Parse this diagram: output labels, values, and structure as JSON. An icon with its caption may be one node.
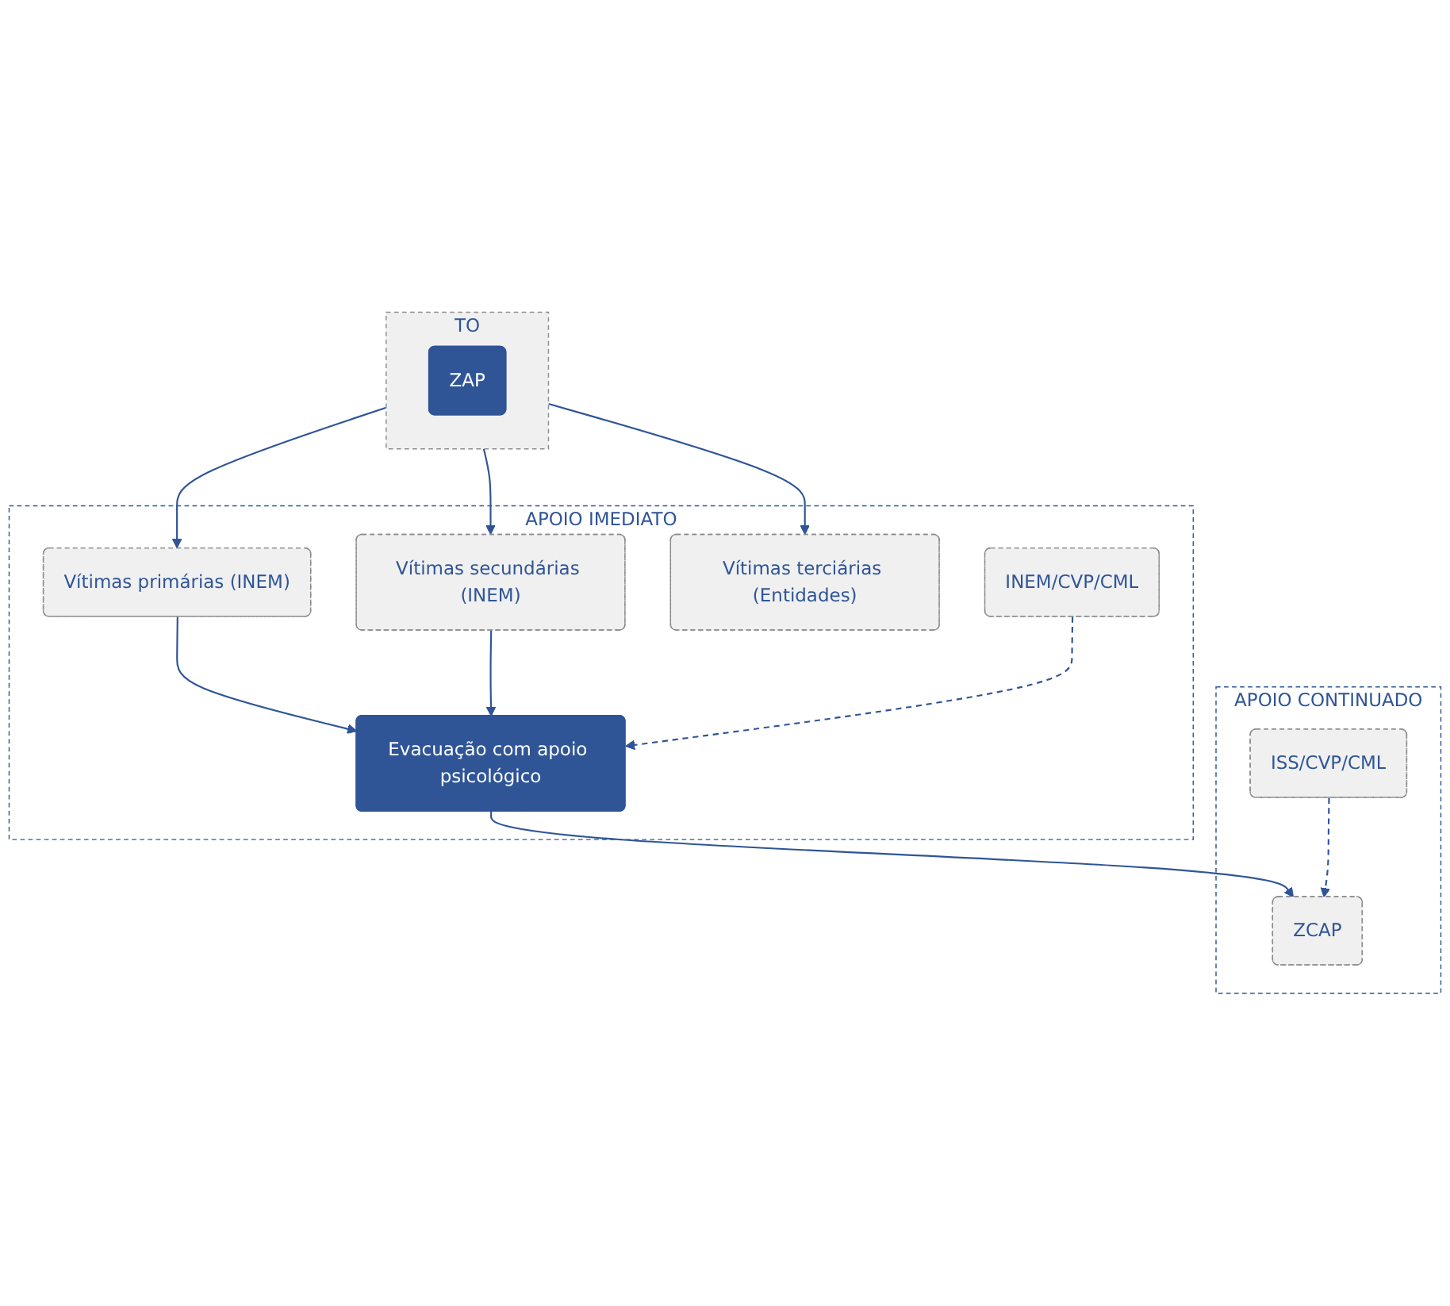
{
  "diagram": {
    "nodes": [
      {
        "text": [
          "TO"
        ]
      },
      {
        "text": [
          "ZAP"
        ],
        "in": 0
      },
      {
        "text": [
          "APOIO IMEDIATO"
        ]
      },
      {
        "text": [
          "Vítimas primárias (INEM)"
        ],
        "in": 2
      },
      {
        "text": [
          "Vítimas secundárias (INEM)"
        ],
        "in": 2
      },
      {
        "text": [
          "Vítimas terciárias (Entidades)"
        ],
        "in": 2
      },
      {
        "text": [
          "Evacuação com apoio psicológico"
        ],
        "in": 2
      },
      {
        "text": [
          "INEM/CVP/CML"
        ],
        "in": 2
      },
      {
        "text": [
          "APOIO CONTINUADO"
        ]
      },
      {
        "text": [
          "ZCAP"
        ],
        "in": 8
      },
      {
        "text": [
          "ISS/CVP/CML"
        ],
        "in": 8
      }
    ],
    "edges": [
      {
        "from": 0,
        "to": 3,
        "arrow": "to"
      },
      {
        "from": 0,
        "to": 4,
        "arrow": "to"
      },
      {
        "from": 0,
        "to": 5,
        "arrow": "to"
      },
      {
        "from": 3,
        "to": 6,
        "arrow": "to"
      },
      {
        "from": 4,
        "to": 6,
        "arrow": "to"
      },
      {
        "from": 7,
        "to": 6,
        "arrow": "to",
        "style": "dashed"
      },
      {
        "from": 6,
        "to": 9,
        "arrow": "to"
      },
      {
        "from": 10,
        "to": 9,
        "arrow": "to",
        "style": "dashed"
      }
    ]
  }
}
